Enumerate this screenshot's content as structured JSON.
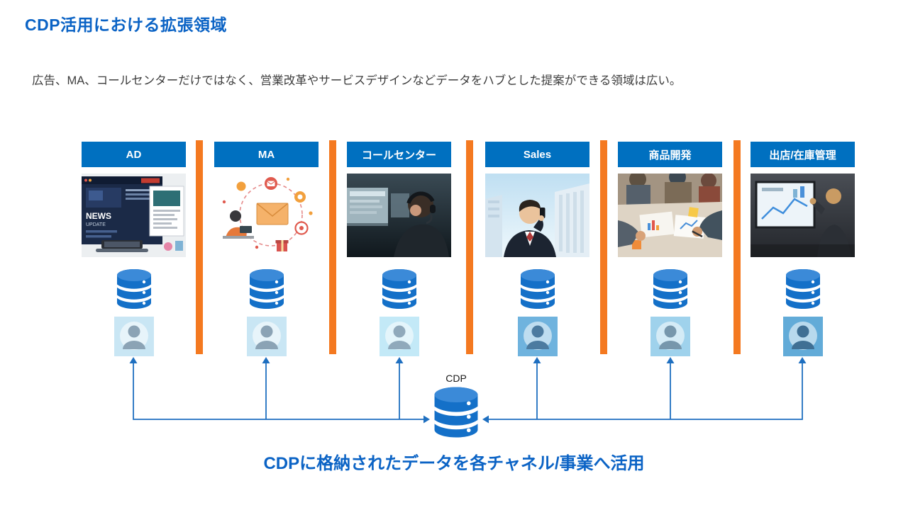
{
  "page": {
    "title": "CDP活用における拡張領域",
    "subtitle": "広告、MA、コールセンターだけではなく、営業改革やサービスデザインなどデータをハブとした提案ができる領域は広い。",
    "footer": "CDPに格納されたデータを各チャネル/事業へ活用"
  },
  "cdp": {
    "label": "CDP"
  },
  "columns": [
    {
      "label": "AD",
      "image": "ad-web-collage-photo",
      "image_text_1": "NEWS",
      "image_text_2": "UPDATE",
      "person_bg": "#C9E6F4",
      "person_fg": "#8BA3B5"
    },
    {
      "label": "MA",
      "image": "marketing-automation-illustration",
      "person_bg": "#C9E6F4",
      "person_fg": "#8BA3B5"
    },
    {
      "label": "コールセンター",
      "image": "call-center-photo",
      "person_bg": "#C3E9F7",
      "person_fg": "#90A9BB"
    },
    {
      "label": "Sales",
      "image": "sales-call-photo",
      "person_bg": "#6FB3DE",
      "person_fg": "#4C7BA0"
    },
    {
      "label": "商品開発",
      "image": "product-development-photo",
      "person_bg": "#9FD2EC",
      "person_fg": "#7797AC"
    },
    {
      "label": "出店/在庫管理",
      "image": "store-inventory-photo",
      "person_bg": "#62ABD8",
      "person_fg": "#3F6F94"
    }
  ],
  "icons": {
    "database": "database-icon",
    "person": "person-icon"
  },
  "colors": {
    "title_blue": "#0B63C5",
    "header_bg": "#0070C0",
    "divider_orange": "#F47920",
    "db_blue": "#1470C8",
    "arrow_blue": "#1E6FC0"
  }
}
